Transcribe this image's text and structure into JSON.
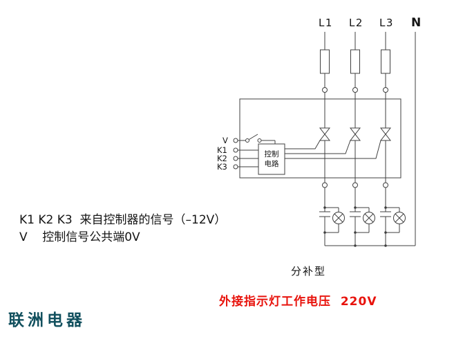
{
  "diagram": {
    "phase_labels": {
      "l1": "L1",
      "l2": "L2",
      "l3": "L3",
      "n": "N"
    },
    "control_inputs": {
      "v": "V",
      "k1": "K1",
      "k2": "K2",
      "k3": "K3"
    },
    "control_box": {
      "line1": "控制",
      "line2": "电路"
    },
    "notes": {
      "signal_note": "K1 K2 K3  来自控制器的信号（–12V）",
      "common_note": "V    控制信号公共端0V"
    },
    "type_label": "分补型",
    "indicator_note": "外接指示灯工作电压  220V",
    "brand": "联洲电器",
    "colors": {
      "line": "#3f3f3f",
      "text": "#141414",
      "warning": "#e8130c",
      "brand": "#12505e"
    }
  }
}
